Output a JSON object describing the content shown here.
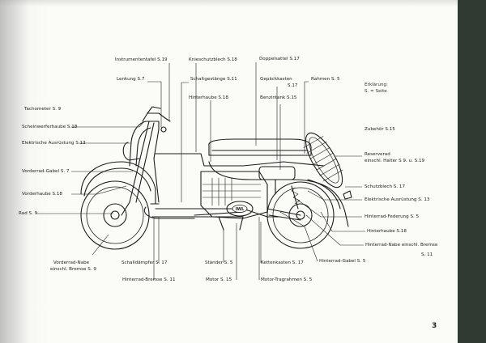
{
  "labels": {
    "instrumententafel": "Instrumententafel S.19",
    "knieschutzblech": "Knieschutzblech S.18",
    "doppelsattel": "Doppelsattel S.17",
    "lenkung": "Lenkung S.7",
    "schaltgestaenge": "Schaltgestänge S.11",
    "gepaeckkasten": "Gepäckkasten",
    "gepaeckkasten_page": "S.17",
    "rahmen": "Rahmen S. 5",
    "hinterhaube_top": "Hinterhaube S.18",
    "benzintank": "Benzintank S.15",
    "tachometer": "Tachometer S. 9",
    "scheinwerferhaube": "Scheinwerferhaube S.18",
    "elektrische_left": "Elektrische Ausrüstung S.13",
    "zubehoer": "Zubehör S.15",
    "reserverad_1": "Reserverad",
    "reserverad_2": "einschl. Halter S 9. u. S.19",
    "vorderrad_gabel": "Vorderrad-Gabel S. 7",
    "schutzblech": "Schutzblech S. 17",
    "vorderhaube": "Vorderhaube S.18",
    "elektrische_right": "Elektrische Ausrüstung S. 13",
    "rad": "Rad S. 9",
    "hinterrad_federung": "Hinterrad-Federung S. 5",
    "hinterhaube_right": "Hinterhaube S.18",
    "hinterrad_nabe_1": "Hinterrad-Nabe einschl. Bremse",
    "hinterrad_nabe_2": "S. 11",
    "vorderrad_nabe_1": "Vorderrad-Nabe",
    "vorderrad_nabe_2": "einschl. Bremse S. 9",
    "schalldaempfer": "Schalldämpfer S. 17",
    "staender": "Ständer S. 5",
    "kettenkasten": "Kettenkasten S. 17",
    "hinterrad_gabel": "Hinterrad-Gabel S. 5",
    "hinterrad_bremse": "Hinterrad-Bremse S. 11",
    "motor": "Motor S. 15",
    "motor_tragrahmen": "Motor-Tragrahmen S. 5"
  },
  "legend": {
    "title": "Erklärung:",
    "text": "S. = Seite"
  },
  "engine_badge": "IWL",
  "page_number": "3"
}
